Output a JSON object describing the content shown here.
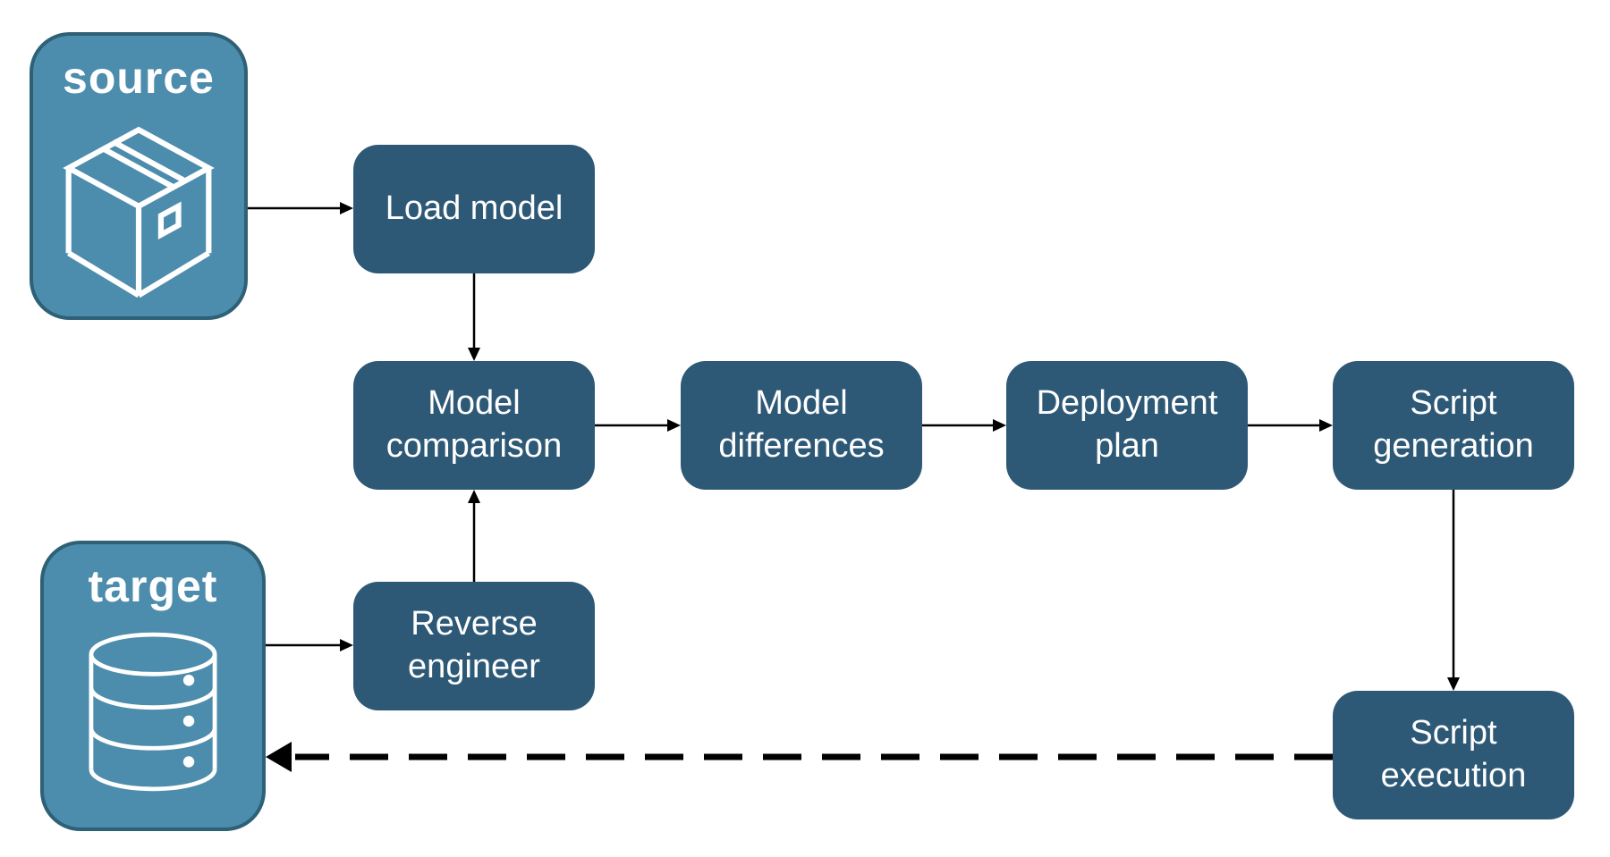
{
  "diagram_type": "flowchart",
  "endpoints": {
    "source": {
      "label": "source",
      "icon": "package-icon"
    },
    "target": {
      "label": "target",
      "icon": "database-icon"
    }
  },
  "nodes": {
    "load_model": {
      "label": "Load model"
    },
    "model_comparison": {
      "label": "Model comparison"
    },
    "model_differences": {
      "label": "Model differences"
    },
    "deployment_plan": {
      "label": "Deployment plan"
    },
    "script_generation": {
      "label": "Script generation"
    },
    "reverse_engineer": {
      "label": "Reverse engineer"
    },
    "script_execution": {
      "label": "Script execution"
    }
  },
  "flows": [
    {
      "from": "source",
      "to": "load_model",
      "style": "solid"
    },
    {
      "from": "load_model",
      "to": "model_comparison",
      "style": "solid"
    },
    {
      "from": "model_comparison",
      "to": "model_differences",
      "style": "solid"
    },
    {
      "from": "model_differences",
      "to": "deployment_plan",
      "style": "solid"
    },
    {
      "from": "deployment_plan",
      "to": "script_generation",
      "style": "solid"
    },
    {
      "from": "script_generation",
      "to": "script_execution",
      "style": "solid"
    },
    {
      "from": "target",
      "to": "reverse_engineer",
      "style": "solid"
    },
    {
      "from": "reverse_engineer",
      "to": "model_comparison",
      "style": "solid"
    },
    {
      "from": "script_execution",
      "to": "target",
      "style": "dashed"
    }
  ],
  "colors": {
    "node_fill": "#2E5976",
    "node_text": "#FFFFFF",
    "endpoint_fill": "#4C8CAC",
    "endpoint_border": "#2E6076",
    "arrow": "#000000",
    "background": "#FFFFFF"
  }
}
